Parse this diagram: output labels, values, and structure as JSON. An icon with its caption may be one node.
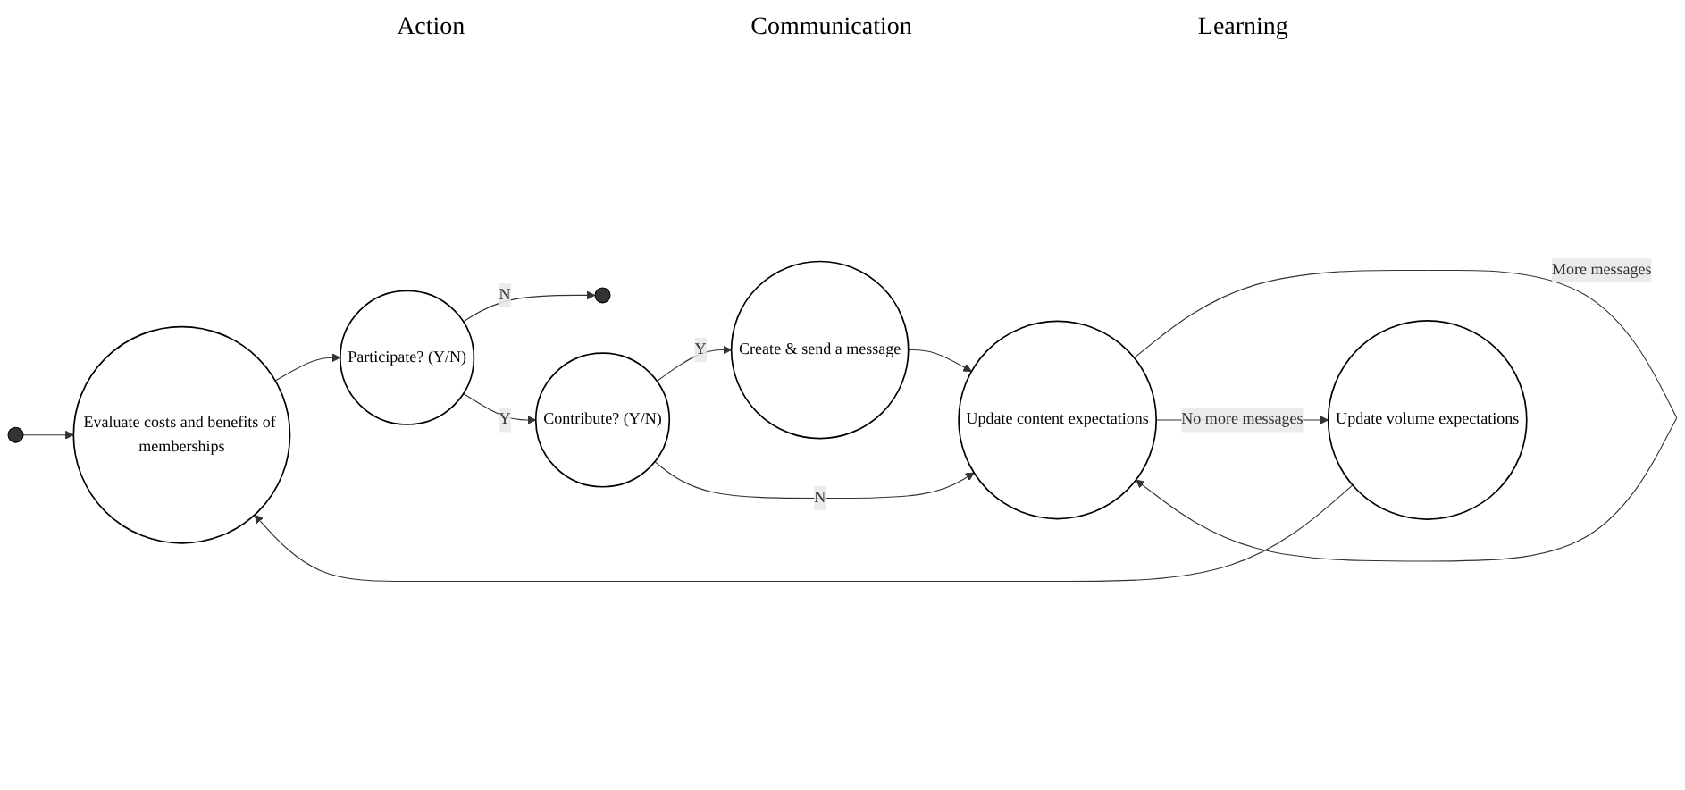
{
  "diagram": {
    "nodes": [
      {
        "text": [],
        "shape": "circle"
      },
      {
        "text": [
          "Evaluate costs and benefits of memberships"
        ]
      },
      {
        "text": [
          "Participate? (Y/N)"
        ]
      },
      {
        "text": [],
        "shape": "circle"
      },
      {
        "text": [
          "Create & send a message"
        ]
      },
      {
        "text": [
          "Contribute? (Y/N)"
        ]
      },
      {
        "text": [
          "Update content expectations"
        ]
      },
      {
        "text": [
          "Update volume expectations"
        ]
      }
    ],
    "edges": [
      {
        "from": 0,
        "to": 1,
        "arrow": "to"
      },
      {
        "from": 1,
        "to": 2,
        "arrow": "to"
      },
      {
        "from": 2,
        "to": 3,
        "label": "N",
        "arrow": "to"
      },
      {
        "from": 2,
        "to": 5,
        "label": "Y",
        "arrow": "to"
      },
      {
        "from": 5,
        "to": 4,
        "label": "Y",
        "arrow": "to"
      },
      {
        "from": 4,
        "to": 6,
        "arrow": "to"
      },
      {
        "from": 5,
        "to": 6,
        "label": "N",
        "arrow": "to"
      },
      {
        "from": 6,
        "to": 6,
        "label": "More messages",
        "arrow": "to"
      },
      {
        "from": 6,
        "to": 7,
        "label": "No more messages",
        "arrow": "to"
      },
      {
        "from": 7,
        "to": 1,
        "arrow": "to"
      }
    ],
    "labels": [
      "Action",
      "Communication",
      "Learning"
    ]
  }
}
